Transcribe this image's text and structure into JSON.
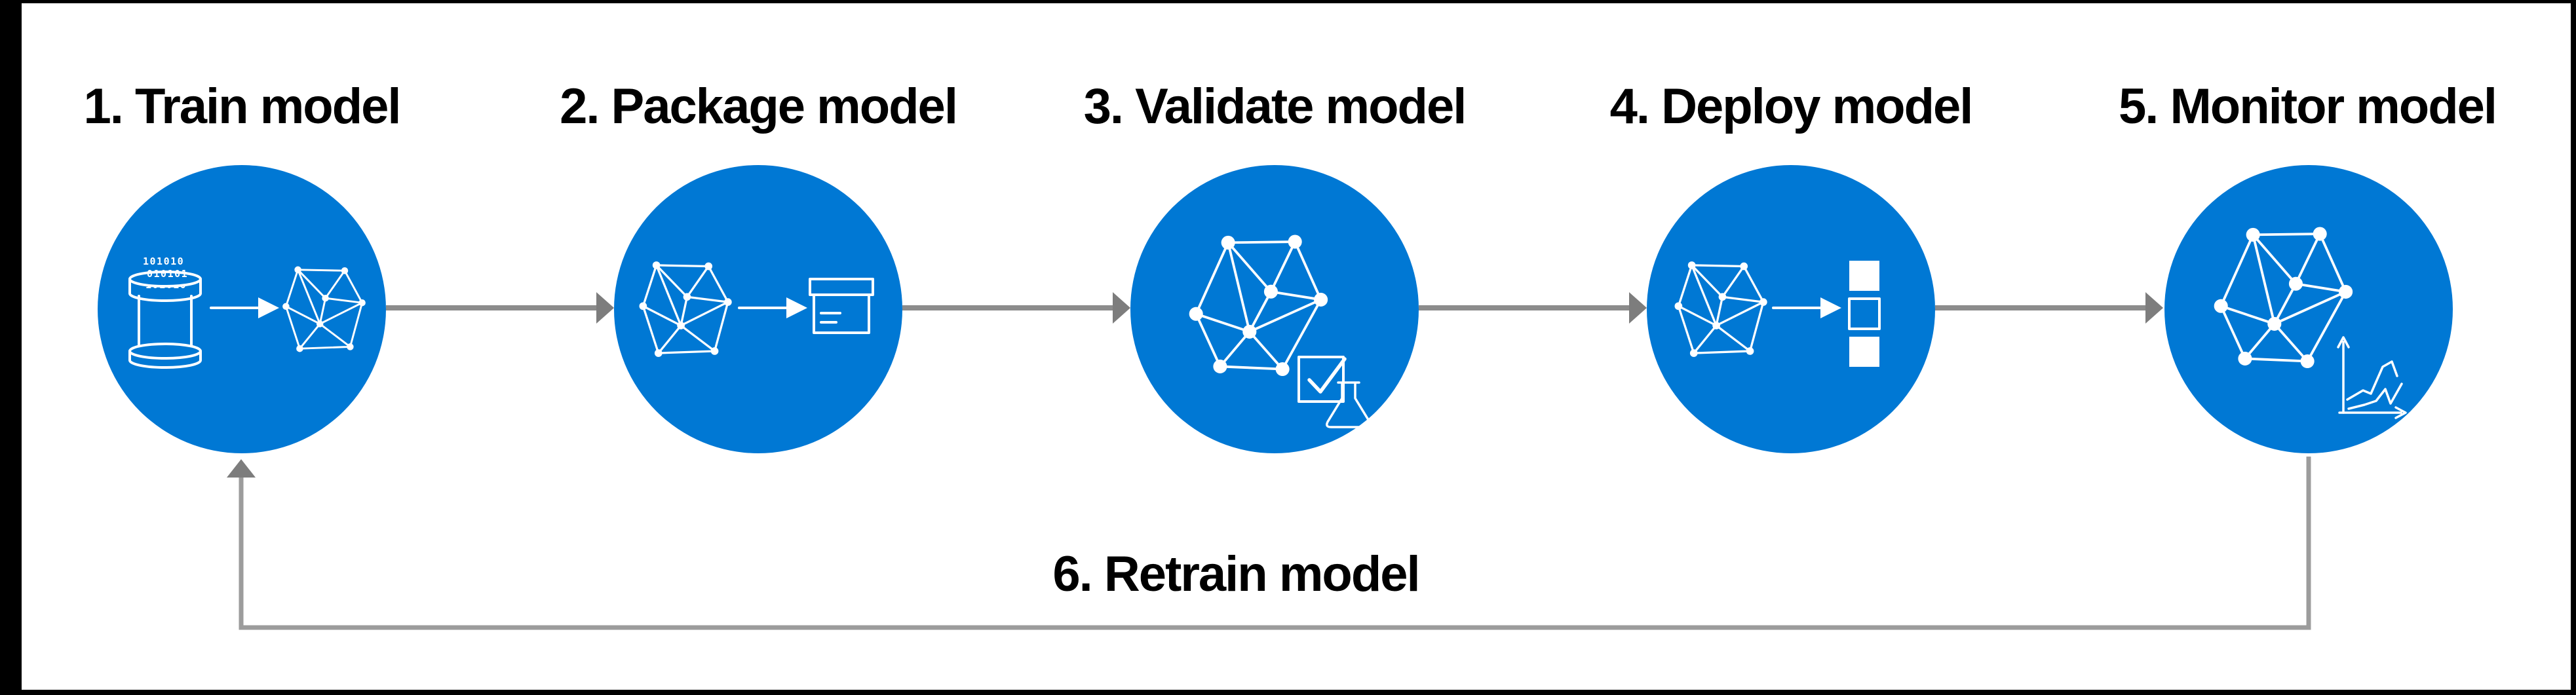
{
  "diagram": {
    "stages": [
      {
        "label": "1. Train model",
        "icons": [
          "binary-data-drum-icon",
          "right-arrow-icon",
          "model-graph-icon"
        ],
        "binary_text": [
          "101010",
          "010101",
          "101010"
        ]
      },
      {
        "label": "2. Package model",
        "icons": [
          "model-graph-icon",
          "right-arrow-icon",
          "package-box-icon"
        ]
      },
      {
        "label": "3. Validate model",
        "icons": [
          "model-graph-icon",
          "check-square-icon",
          "flask-icon"
        ]
      },
      {
        "label": "4. Deploy model",
        "icons": [
          "model-graph-icon",
          "right-arrow-icon",
          "deployment-slots-icon"
        ]
      },
      {
        "label": "5. Monitor model",
        "icons": [
          "model-graph-icon",
          "metrics-chart-icon"
        ]
      }
    ],
    "loop_label": "6. Retrain model",
    "flow": [
      "1 → 2",
      "2 → 3",
      "3 → 4",
      "4 → 5",
      "5 → 1 (retrain loop)"
    ],
    "colors": {
      "circle_fill": "#0078D4",
      "icon_stroke": "#FFFFFF",
      "connector": "#8C8C8C",
      "loop_connector": "#9C9C9C",
      "arrowhead": "#7D7D7D",
      "label_text": "#000000",
      "canvas_background": "#FFFFFF",
      "frame": "#000000"
    }
  }
}
